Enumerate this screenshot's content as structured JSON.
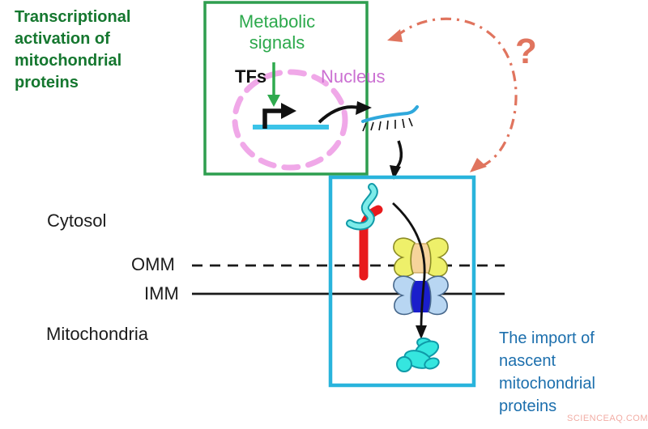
{
  "header": {
    "title": "Transcriptional activation of mitochondrial proteins"
  },
  "nucleus_panel": {
    "metabolic_signals": "Metabolic signals",
    "tfs": "TFs",
    "nucleus": "Nucleus"
  },
  "compartments": {
    "cytosol": "Cytosol",
    "omm": "OMM",
    "imm": "IMM",
    "mitochondria": "Mitochondria"
  },
  "import_panel": {
    "caption": "The import of nascent mitochondrial proteins"
  },
  "feedback": {
    "question_mark": "?"
  },
  "watermark": {
    "text": "SCIENCEAQ.COM"
  },
  "icons": {
    "promoter_arrow": "bent-arrow-promoter-icon",
    "mrna": "mrna-with-ribosome-ticks-icon",
    "tom_channel": "outer-membrane-translocase-icon",
    "tim_channel": "inner-membrane-translocase-icon",
    "precursor": "nascent-precursor-protein-icon",
    "folded_protein": "folded-mitochondrial-protein-icon"
  },
  "colors": {
    "header_green": "#15772f",
    "signal_green": "#2ca94c",
    "arrow_green": "#2faa4e",
    "box_green": "#2e9e4f",
    "nucleus_pink": "#cb70d2",
    "nucleus_ellipse_pink": "#f0a8e8",
    "gene_cyan": "#3bc3e8",
    "mrna_blue": "#2fa8dc",
    "import_box_cyan": "#29b4dc",
    "precursor_red": "#e81a1c",
    "presequence_cyan": "#7dece9",
    "presequence_outline": "#0f9aa8",
    "tom_wing_yellow": "#eef06a",
    "tom_core_tan": "#f6d39b",
    "tim_wing_blue": "#b8d6f2",
    "tim_core_blue": "#1a1ecb",
    "folded_cyan": "#35e6df",
    "feedback_salmon": "#e0745e",
    "caption_blue": "#1c6fad",
    "watermark_pink": "#f2aca4",
    "line_black": "#1a1a1a"
  }
}
